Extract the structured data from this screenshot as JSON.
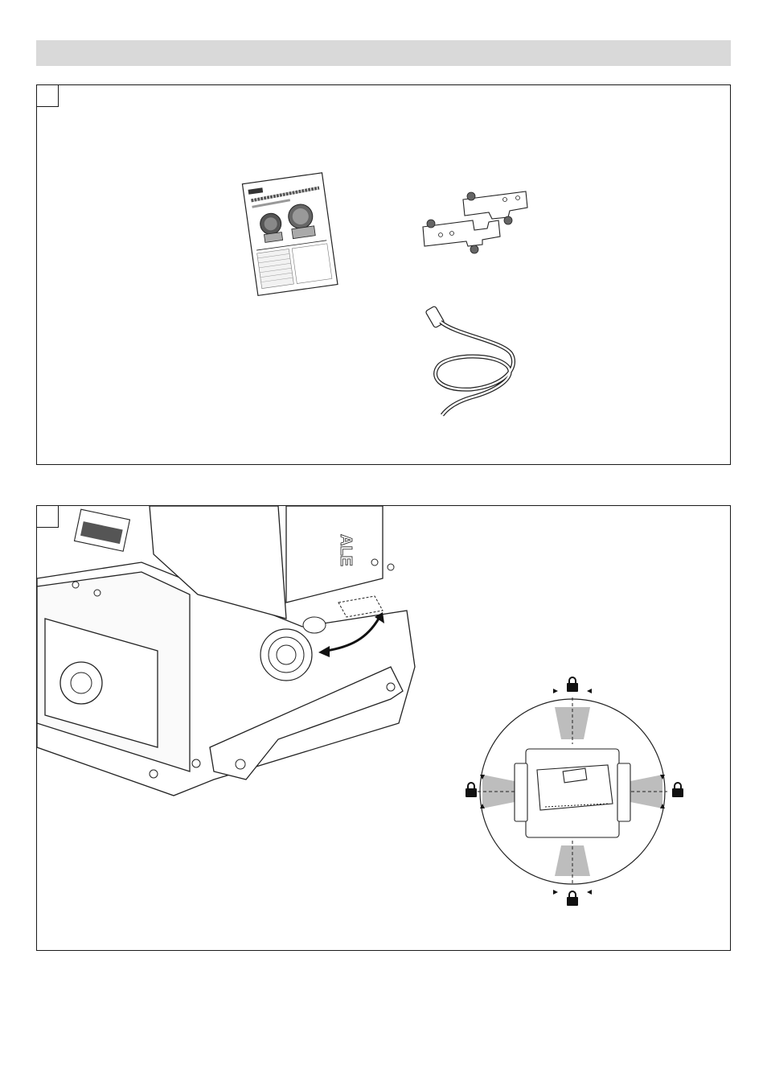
{
  "header": {
    "title": ""
  },
  "panel_1": {
    "tag": "",
    "items": [
      {
        "icon": "manual-booklet-icon"
      },
      {
        "icon": "mounting-brackets-icon"
      },
      {
        "icon": "power-cable-icon"
      }
    ]
  },
  "panel_2": {
    "tag": "",
    "fixture_logo_text": "ALE",
    "lock_positions": [
      "top",
      "left",
      "right",
      "bottom"
    ],
    "rotation_arrow": "double-arrow-icon"
  }
}
